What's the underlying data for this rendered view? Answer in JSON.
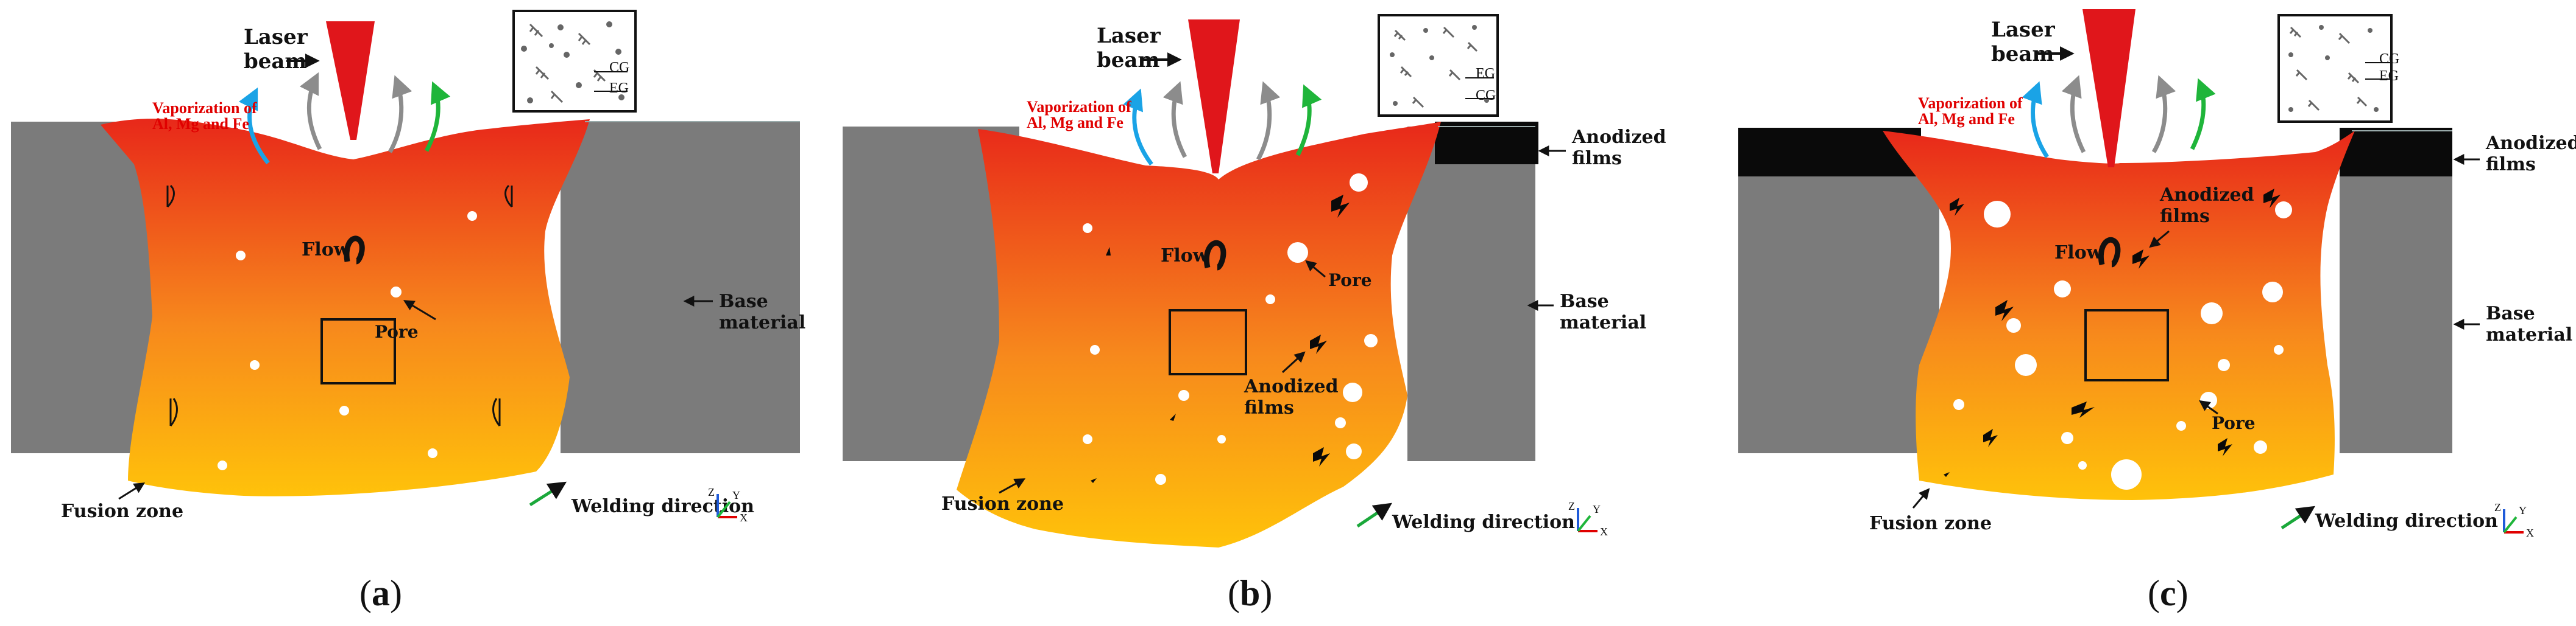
{
  "colors": {
    "base_material": "#7b7b7b",
    "anodized_film": "#0a0a0a",
    "pool_top": "#e8281a",
    "pool_bottom": "#ffc20a",
    "laser": "#e0161b",
    "vapor_left": "#1aa3e6",
    "vapor_mid": "#8c8c8c",
    "vapor_right": "#1fb53a",
    "welding_arrow": "#1aa83a"
  },
  "panels": [
    {
      "id": "a",
      "laser_label": [
        "Laser",
        "beam"
      ],
      "vaporization_label": [
        "Vaporization of",
        "Al, Mg and Fe"
      ],
      "inset_labels": [
        "CG",
        "EG"
      ],
      "flow_label": "Flow",
      "pore_label": "Pore",
      "base_label": [
        "Base",
        "material"
      ],
      "fusion_label": "Fusion zone",
      "welding_label": "Welding direction",
      "axis_labels": [
        "Z",
        "Y",
        "X"
      ],
      "caption_prefix": "(",
      "caption_letter": "a",
      "caption_suffix": ")"
    },
    {
      "id": "b",
      "laser_label": [
        "Laser",
        "beam"
      ],
      "vaporization_label": [
        "Vaporization of",
        "Al, Mg and Fe"
      ],
      "inset_labels": [
        "EG",
        "CG"
      ],
      "flow_label": "Flow",
      "pore_label": "Pore",
      "anodized_top_label": [
        "Anodized",
        "films"
      ],
      "anodized_inner_label": [
        "Anodized",
        "films"
      ],
      "base_label": [
        "Base",
        "material"
      ],
      "fusion_label": "Fusion zone",
      "welding_label": "Welding direction",
      "axis_labels": [
        "Z",
        "Y",
        "X"
      ],
      "caption_prefix": "(",
      "caption_letter": "b",
      "caption_suffix": ")"
    },
    {
      "id": "c",
      "laser_label": [
        "Laser",
        "beam"
      ],
      "vaporization_label": [
        "Vaporization of",
        "Al, Mg and Fe"
      ],
      "inset_labels": [
        "CG",
        "EG"
      ],
      "flow_label": "Flow",
      "pore_label": "Pore",
      "anodized_top_label": [
        "Anodized",
        "films"
      ],
      "anodized_inner_label": [
        "Anodized",
        "films"
      ],
      "base_label": [
        "Base",
        "material"
      ],
      "fusion_label": "Fusion zone",
      "welding_label": "Welding direction",
      "axis_labels": [
        "Z",
        "Y",
        "X"
      ],
      "caption_prefix": "(",
      "caption_letter": "c",
      "caption_suffix": ")"
    }
  ]
}
